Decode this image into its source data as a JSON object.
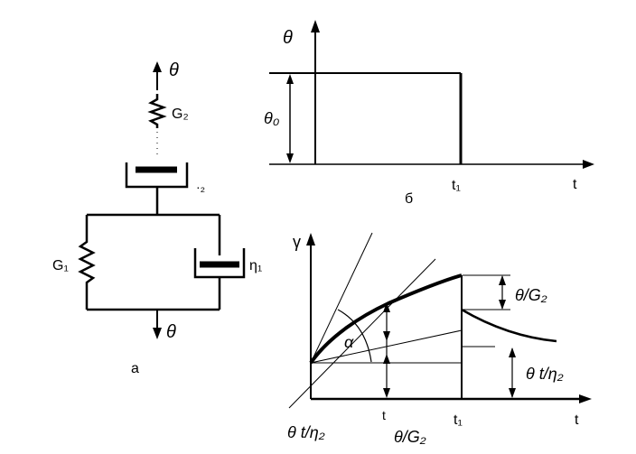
{
  "panel_a": {
    "theta_top": "θ",
    "g2": "G₂",
    "eta2_partial": "·₂",
    "g1": "G₁",
    "eta1": "η₁",
    "theta_bottom": "θ",
    "caption": "а"
  },
  "panel_b": {
    "y_axis": "θ",
    "level": "θ₀",
    "t1": "t₁",
    "x_axis": "t",
    "caption": "б"
  },
  "panel_c": {
    "y_axis": "γ",
    "alpha": "α",
    "jump_label": "θ/G₂",
    "creep_label": "θ t/η₂",
    "bottom_left": "θ t/η₂",
    "t": "t",
    "bottom_g2": "θ/G₂",
    "t1": "t₁",
    "x_axis": "t"
  }
}
